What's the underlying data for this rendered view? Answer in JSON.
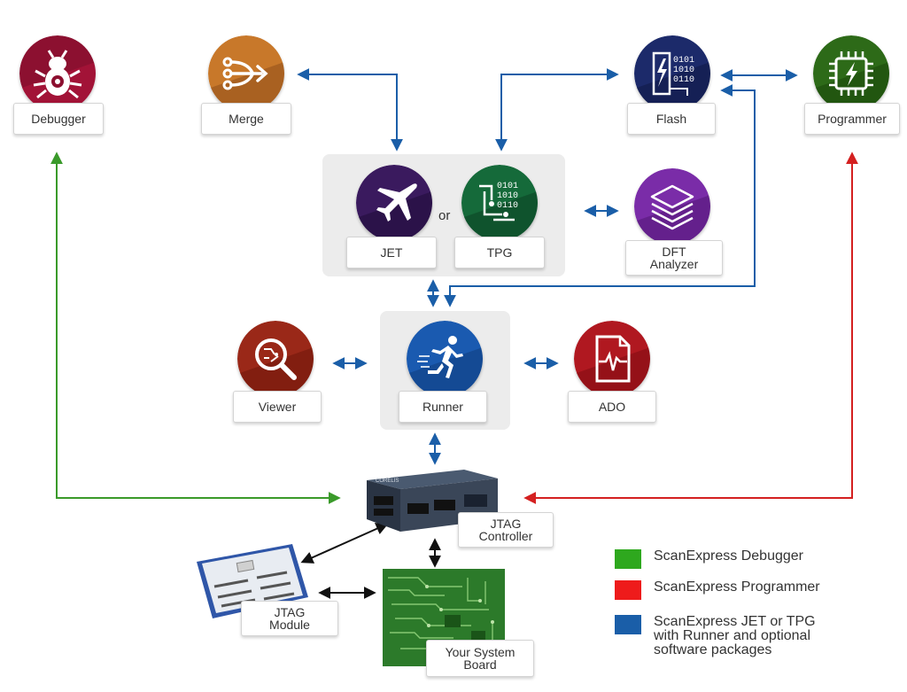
{
  "nodes": {
    "debugger": {
      "label": "Debugger",
      "icon": "bug-target-icon"
    },
    "merge": {
      "label": "Merge",
      "icon": "merge-arrows-icon"
    },
    "flash": {
      "label": "Flash",
      "icon": "flash-binary-icon"
    },
    "programmer": {
      "label": "Programmer",
      "icon": "chip-lightning-icon"
    },
    "jet": {
      "label": "JET",
      "icon": "airplane-icon"
    },
    "tpg": {
      "label": "TPG",
      "icon": "binary-circuit-icon"
    },
    "or_text": "or",
    "dft": {
      "label": "DFT\nAnalyzer",
      "icon": "layers-icon"
    },
    "viewer": {
      "label": "Viewer",
      "icon": "magnifier-circuit-icon"
    },
    "runner": {
      "label": "Runner",
      "icon": "runner-icon"
    },
    "ado": {
      "label": "ADO",
      "icon": "chip-document-icon"
    },
    "jtag_controller": {
      "label": "JTAG\nController",
      "device_text": "CORELIS"
    },
    "jtag_module": {
      "label": "JTAG\nModule"
    },
    "system_board": {
      "label": "Your System\nBoard"
    }
  },
  "legend": [
    {
      "color": "#2ea81e",
      "text": "ScanExpress Debugger"
    },
    {
      "color": "#ee1b1b",
      "text": "ScanExpress Programmer"
    },
    {
      "color": "#1a5ea8",
      "text": "ScanExpress JET or TPG\nwith Runner and optional\nsoftware packages"
    }
  ],
  "colors": {
    "blue_line": "#1a5ea8",
    "green_line": "#3a9a2a",
    "red_line": "#d42020",
    "black_line": "#111111",
    "group_background": "#ececec"
  }
}
